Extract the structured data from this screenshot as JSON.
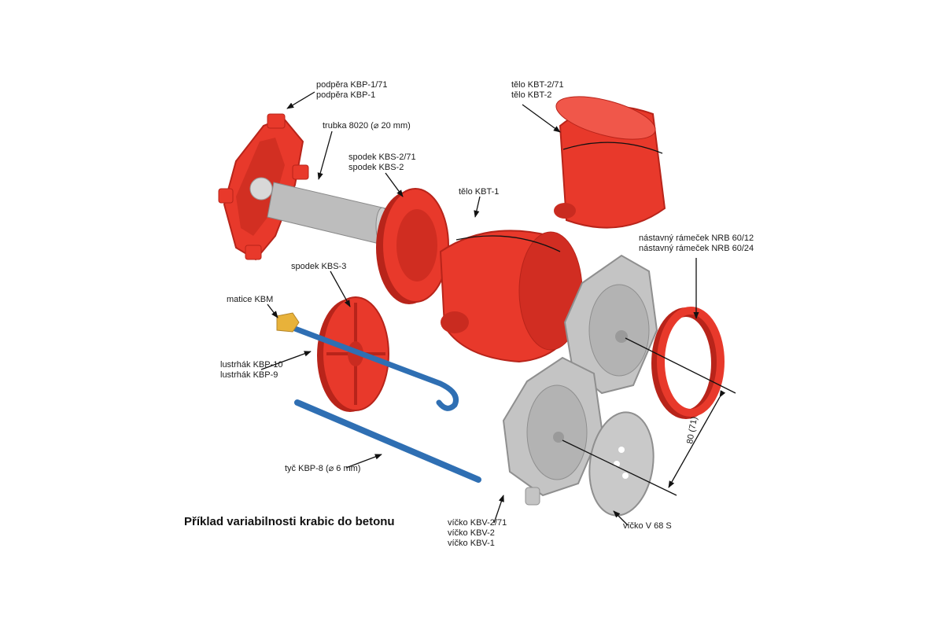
{
  "title": "Příklad variabilnosti krabic do betonu",
  "labels": {
    "podpera": [
      "podpěra KBP-1/71",
      "podpěra KBP-1"
    ],
    "trubka": "trubka 8020 (⌀ 20 mm)",
    "spodek_kbs2": [
      "spodek KBS-2/71",
      "spodek KBS-2"
    ],
    "telo_kbt2": [
      "tělo KBT-2/71",
      "tělo KBT-2"
    ],
    "telo_kbt1": "tělo KBT-1",
    "spodek_kbs3": "spodek KBS-3",
    "matice": "matice KBM",
    "lustrhak": [
      "lustrhák KBP-10",
      "lustrhák KBP-9"
    ],
    "tyc": "tyč KBP-8 (⌀ 6 mm)",
    "ramecek": [
      "nástavný rámeček NRB 60/12",
      "nástavný rámeček NRB 60/24"
    ],
    "dimension": "80 (71)",
    "vicko_kbv": [
      "víčko KBV-2/71",
      "víčko KBV-2",
      "víčko KBV-1"
    ],
    "vicko_v68s": "víčko V 68 S"
  },
  "colors": {
    "part_red": "#e8392b",
    "part_red_dark": "#b8241a",
    "part_grey": "#c4c4c4",
    "part_grey_dark": "#8f8f8f",
    "rod_blue": "#2f6fb3",
    "nut_yellow": "#e8b23a"
  }
}
